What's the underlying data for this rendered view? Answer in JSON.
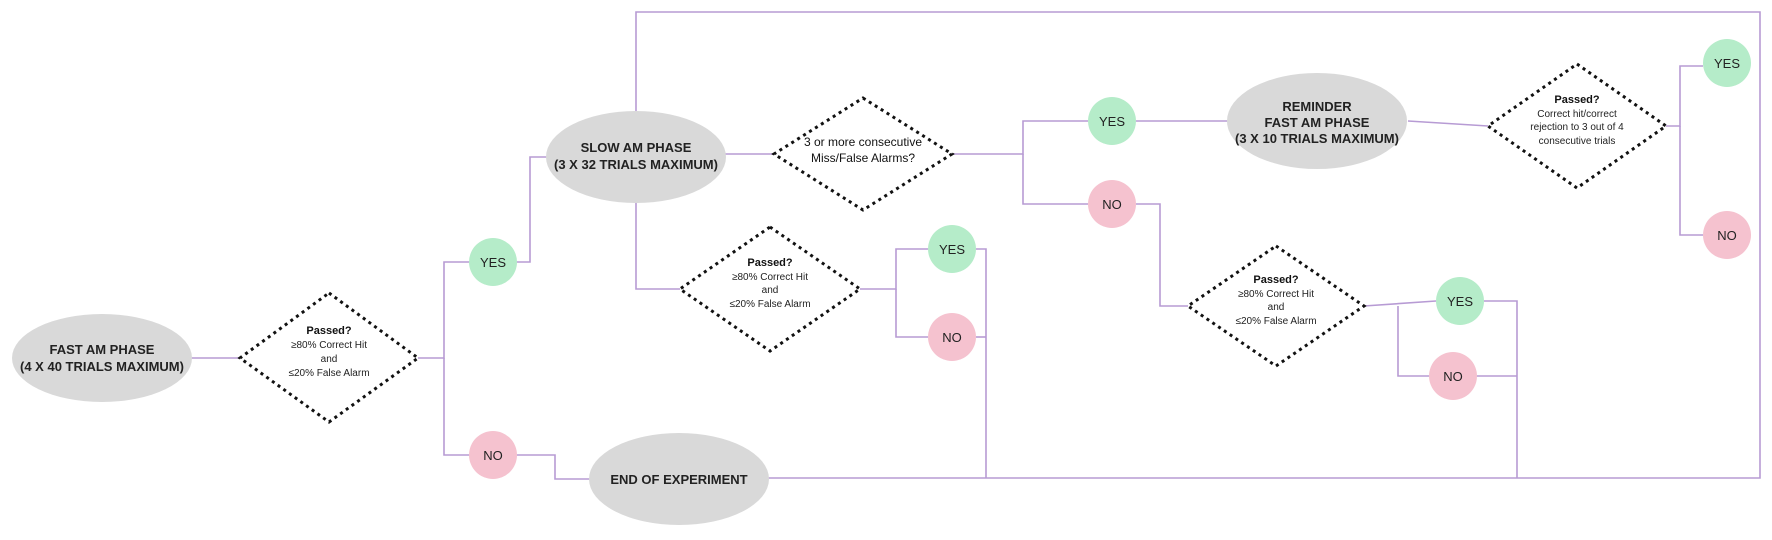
{
  "nodes": {
    "fast_am_phase": {
      "line1": "FAST AM PHASE",
      "line2": "(4 X 40 TRIALS MAXIMUM)"
    },
    "slow_am_phase": {
      "line1": "SLOW AM PHASE",
      "line2": "(3 X 32 TRIALS MAXIMUM)"
    },
    "reminder_phase": {
      "line1": "REMINDER",
      "line2": "FAST AM PHASE",
      "line3": "(3 X 10 TRIALS MAXIMUM)"
    },
    "end_of_experiment": {
      "label": "END OF EXPERIMENT"
    },
    "decision_fast": {
      "title": "Passed?",
      "line1": "≥80% Correct Hit",
      "line2": "and",
      "line3": "≤20% False Alarm"
    },
    "decision_slow": {
      "title": "Passed?",
      "line1": "≥80% Correct Hit",
      "line2": "and",
      "line3": "≤20% False Alarm"
    },
    "decision_consecutive": {
      "line1": "3 or more consecutive",
      "line2": "Miss/False Alarms?"
    },
    "decision_after_no": {
      "title": "Passed?",
      "line1": "≥80% Correct Hit",
      "line2": "and",
      "line3": "≤20% False Alarm"
    },
    "decision_reminder": {
      "title": "Passed?",
      "line1": "Correct hit/correct",
      "line2": "rejection to 3 out of 4",
      "line3": "consecutive trials"
    }
  },
  "answers": {
    "yes": "YES",
    "no": "NO"
  },
  "colors": {
    "oval": "#d9d9d9",
    "yes": "#b5ecc9",
    "no": "#f5c2cf",
    "connector": "#b79bd4",
    "diamond_border": "#111111"
  }
}
